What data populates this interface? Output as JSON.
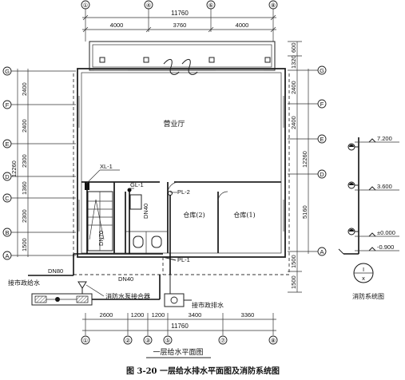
{
  "grid": {
    "top": [
      "①",
      "④",
      "⑥",
      "⑧"
    ],
    "bottom": [
      "①",
      "②",
      "③",
      "⑤",
      "⑦",
      "⑧"
    ],
    "left": [
      "G",
      "F",
      "E",
      "D",
      "C",
      "B",
      "A"
    ],
    "right": [
      "G",
      "F",
      "E",
      "D",
      "A"
    ]
  },
  "dims": {
    "top_total": "11760",
    "top_parts": [
      "4000",
      "3760",
      "4000"
    ],
    "left_parts": [
      "2400",
      "2400",
      "2300",
      "1360",
      "2300",
      "1500"
    ],
    "left_total": "12260",
    "right_parts": [
      "600",
      "1320",
      "2400",
      "2400",
      "5160",
      "1500",
      "1500"
    ],
    "right_total": "12260",
    "bottom_parts": [
      "2600",
      "1200",
      "1200",
      "3400",
      "3360"
    ],
    "bottom_total": "11760"
  },
  "labels": {
    "hall": "营业厅",
    "xl1": "XL-1",
    "gl1": "GL-1",
    "pl2": "PL-2",
    "pl1": "PL-1",
    "dn40_v": "DN40",
    "dn70_v": "DN70",
    "dn80": "DN80",
    "dn40_h": "DN40",
    "city_water": "接市政给水",
    "pump_connector": "消防水泵接合器",
    "city_drain": "接市政排水",
    "warehouse2": "仓库(2)",
    "warehouse1": "仓库(1)"
  },
  "riser": {
    "levels": [
      "7.200",
      "3.600",
      "±0.000",
      "-0.900"
    ],
    "symbol_top": "I",
    "symbol_bottom": "x",
    "title": "消防系统图"
  },
  "caption": {
    "plan_title": "一层给水平面图",
    "figure_title": "图 3-20    一层给水排水平面图及消防系统图"
  }
}
